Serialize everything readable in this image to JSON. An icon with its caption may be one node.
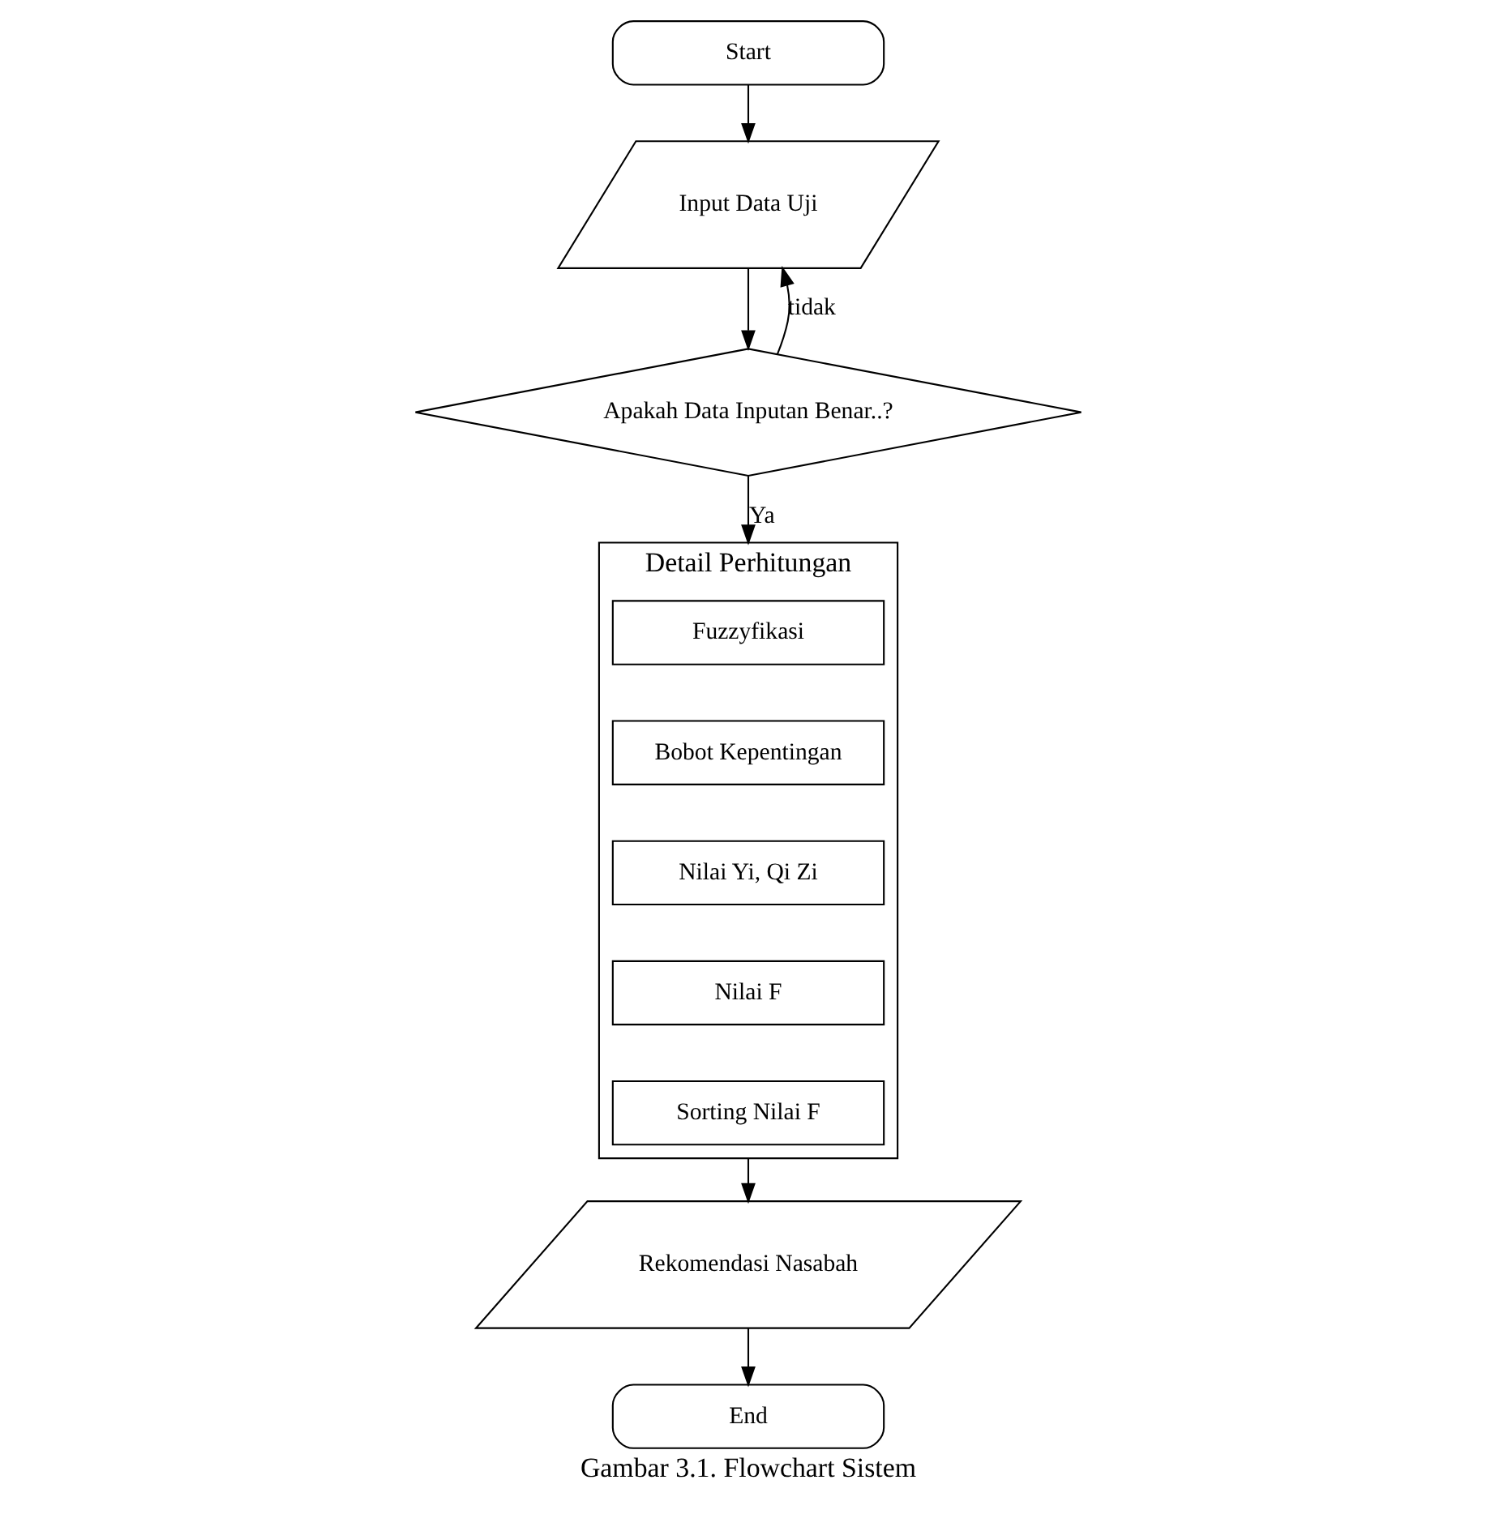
{
  "diagram": {
    "caption": "Gambar 3.1. Flowchart Sistem",
    "nodes": [
      {
        "text": [
          "Start"
        ]
      },
      {
        "text": [
          "Input Data Uji"
        ]
      },
      {
        "text": [
          "Apakah Data Inputan Benar..?"
        ]
      },
      {
        "text": [
          "Detail Perhitungan"
        ]
      },
      {
        "text": [
          "Fuzzyfikasi"
        ],
        "in": 3
      },
      {
        "text": [
          "Bobot Kepentingan"
        ],
        "in": 3
      },
      {
        "text": [
          "Nilai Yi, Qi Zi"
        ],
        "in": 3
      },
      {
        "text": [
          "Nilai F"
        ],
        "in": 3
      },
      {
        "text": [
          "Sorting Nilai F"
        ],
        "in": 3
      },
      {
        "text": [
          "Rekomendasi Nasabah"
        ]
      },
      {
        "text": [
          "End"
        ]
      }
    ],
    "edges": [
      {
        "from": 0,
        "to": 1,
        "arrow": "to"
      },
      {
        "from": 1,
        "to": 2,
        "arrow": "to"
      },
      {
        "from": 2,
        "to": 1,
        "arrow": "to",
        "label": "tidak"
      },
      {
        "from": 2,
        "to": 3,
        "arrow": "to",
        "label": "Ya"
      },
      {
        "from": 3,
        "to": 9,
        "arrow": "to"
      },
      {
        "from": 9,
        "to": 10,
        "arrow": "to"
      }
    ]
  }
}
